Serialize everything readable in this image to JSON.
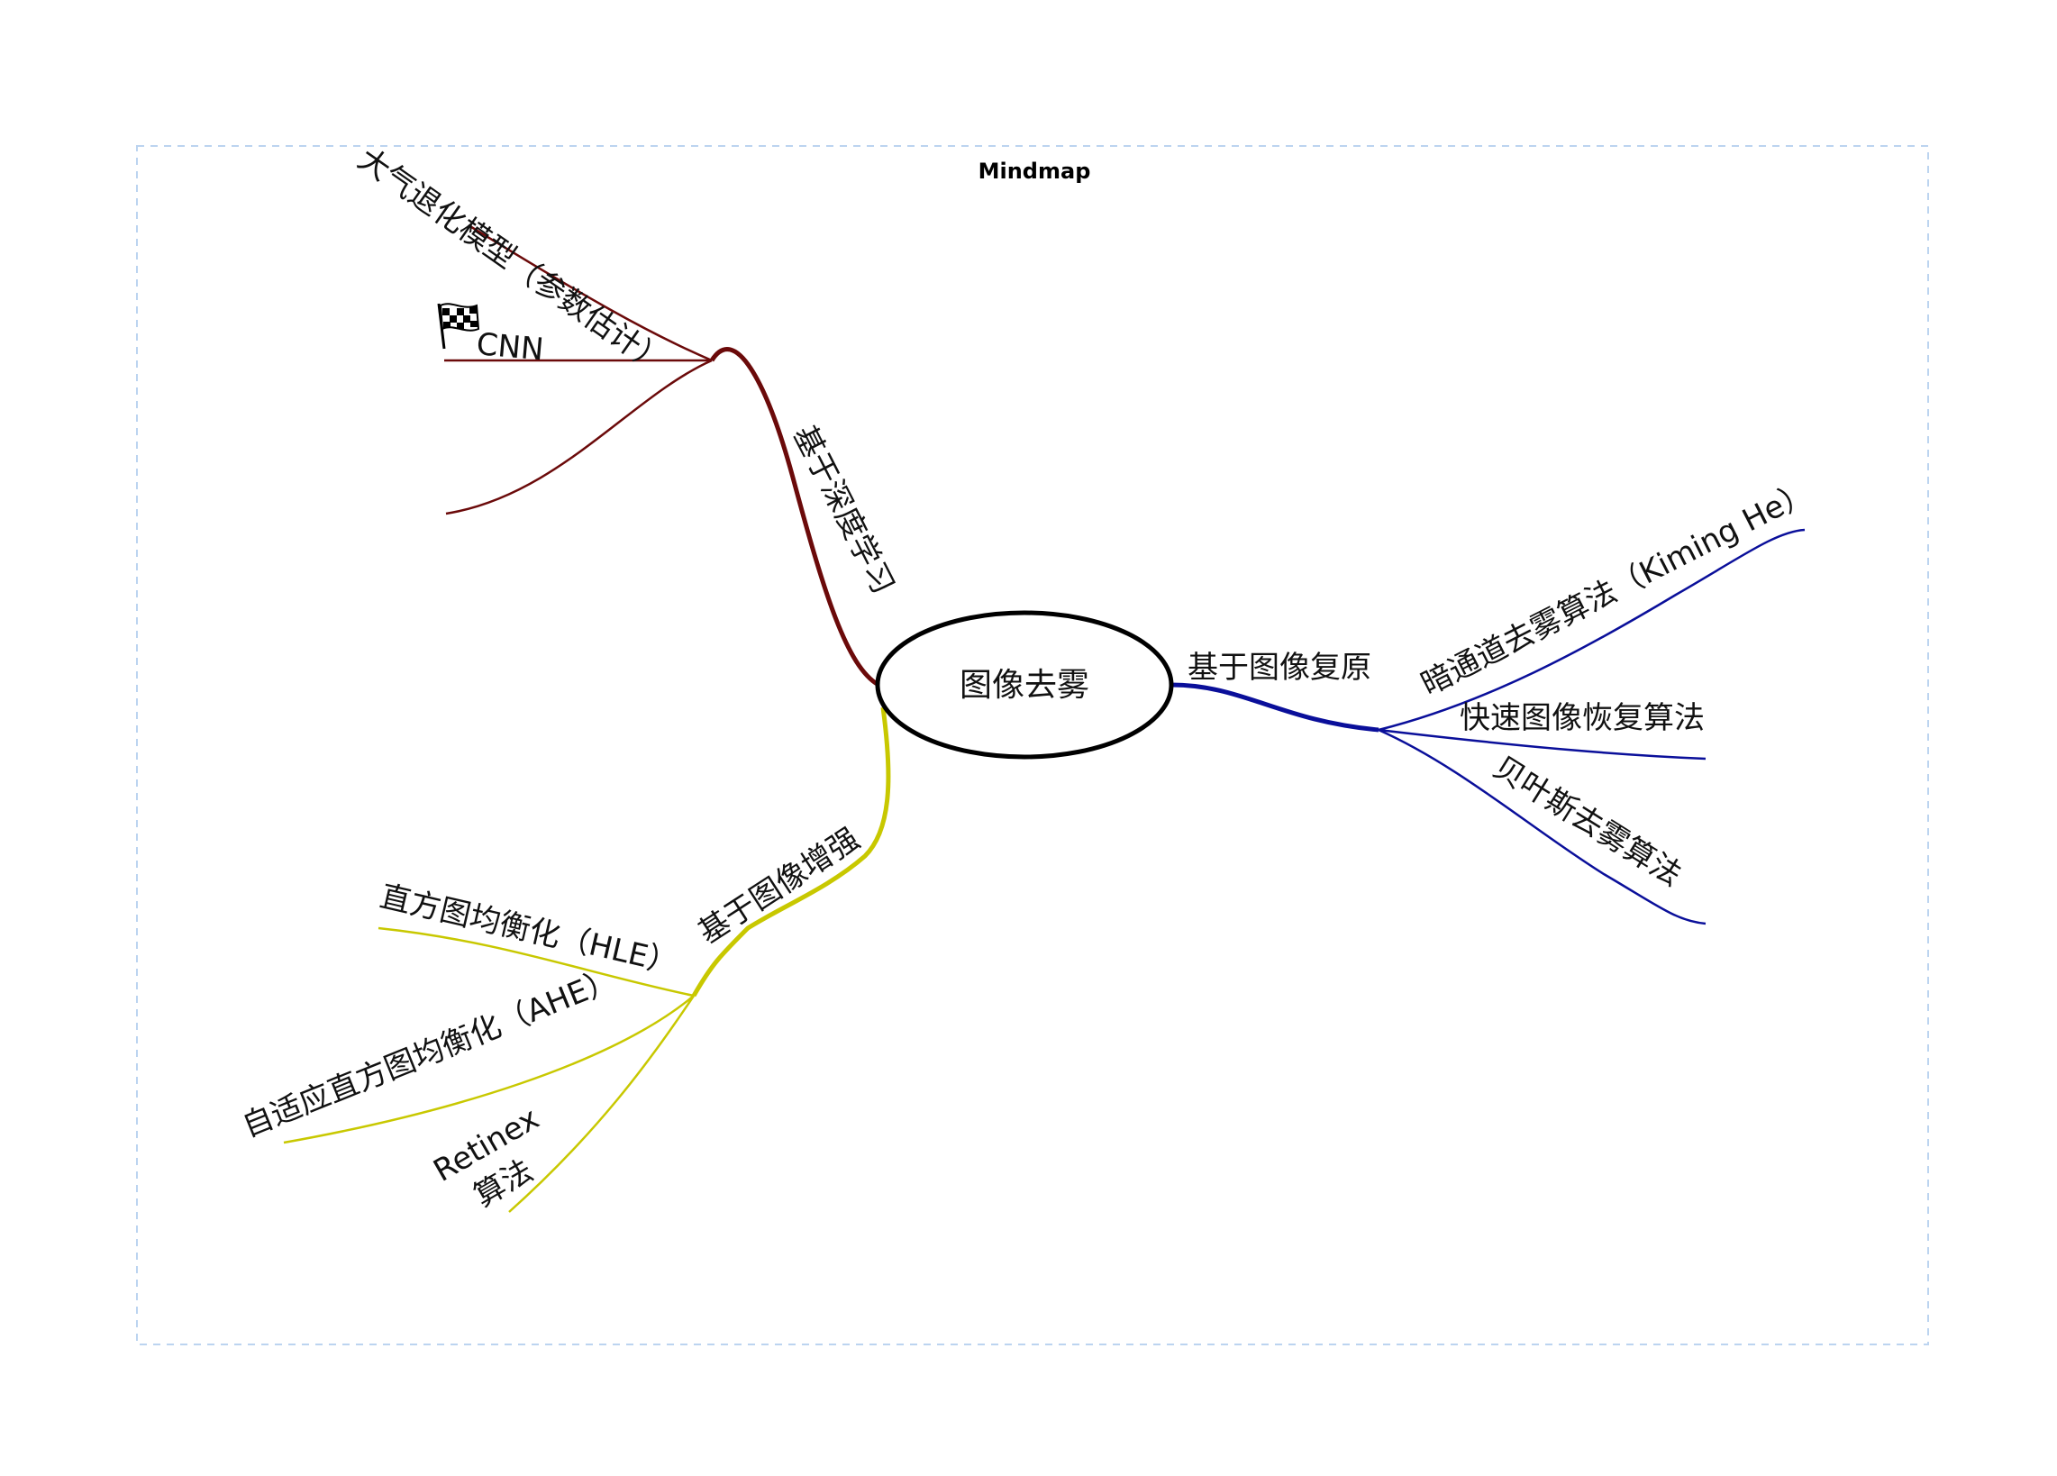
{
  "title": "Mindmap",
  "central": {
    "label": "图像去雾"
  },
  "branches": [
    {
      "label": "基于深度学习",
      "color": "#6b0a0a",
      "children": [
        {
          "label": "大气退化模型（参数估计）"
        },
        {
          "label": "CNN",
          "icon": "checkered-flag-icon"
        },
        {
          "label": ""
        }
      ]
    },
    {
      "label": "基于图像复原",
      "color": "#0a0f9a",
      "children": [
        {
          "label": "暗通道去雾算法（Kiming He）"
        },
        {
          "label": "快速图像恢复算法"
        },
        {
          "label": "贝叶斯去雾算法"
        }
      ]
    },
    {
      "label": "基于图像增强",
      "color": "#c8c800",
      "children": [
        {
          "label": "直方图均衡化（HLE）"
        },
        {
          "label": "自适应直方图均衡化（AHE）"
        },
        {
          "label": "Retinex",
          "label2": "算法"
        }
      ]
    }
  ],
  "colors": {
    "frame": "#bcd4f0",
    "central_border": "#000000"
  }
}
